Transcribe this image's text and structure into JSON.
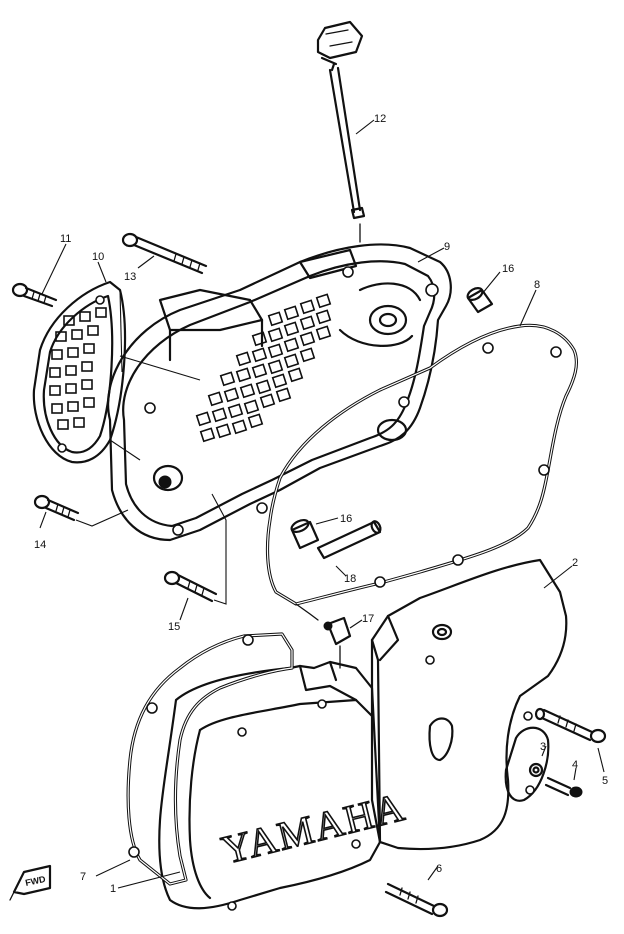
{
  "diagram": {
    "brand_text": "YAMAHA",
    "forward_marker": "FWD",
    "callouts": [
      "1",
      "2",
      "3",
      "4",
      "5",
      "6",
      "7",
      "8",
      "9",
      "10",
      "11",
      "12",
      "13",
      "14",
      "15",
      "16",
      "16",
      "17",
      "18"
    ]
  }
}
